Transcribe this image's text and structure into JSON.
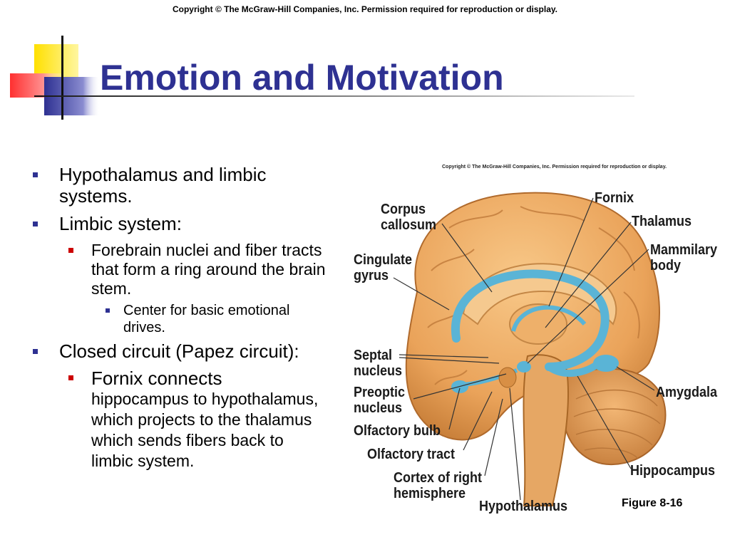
{
  "slide": {
    "copyright": "Copyright © The McGraw-Hill Companies, Inc. Permission required for reproduction or display.",
    "title": "Emotion and Motivation"
  },
  "bullets": {
    "b1": "Hypothalamus and limbic systems.",
    "b2": "Limbic system:",
    "b2_1": "Forebrain nuclei and fiber tracts that form a ring around the brain stem.",
    "b2_1_1": "Center for basic emotional drives.",
    "b3": "Closed circuit (Papez circuit):",
    "b3_1_lead": "Fornix connects",
    "b3_1_rest": "hippocampus to hypothalamus, which projects to the thalamus which sends fibers back to limbic system."
  },
  "figure": {
    "copyright": "Copyright © The McGraw-Hill Companies, Inc. Permission required for reproduction or display.",
    "label": "Figure 8-16",
    "labels": {
      "corpus_callosum": "Corpus callosum",
      "cingulate_gyrus": "Cingulate gyrus",
      "septal_nucleus": "Septal nucleus",
      "preoptic_nucleus": "Preoptic nucleus",
      "olfactory_bulb": "Olfactory bulb",
      "olfactory_tract": "Olfactory tract",
      "cortex_right_hemisphere": "Cortex of right hemisphere",
      "hypothalamus": "Hypothalamus",
      "fornix": "Fornix",
      "thalamus": "Thalamus",
      "mammillary_body": "Mammilary body",
      "amygdala": "Amygdala",
      "hippocampus": "Hippocampus"
    }
  },
  "colors": {
    "title": "#2e3192",
    "bullet_l1": "#2e3192",
    "bullet_l2": "#cc0000",
    "brain": "#f2b56b",
    "limbic": "#5ab4d6"
  }
}
